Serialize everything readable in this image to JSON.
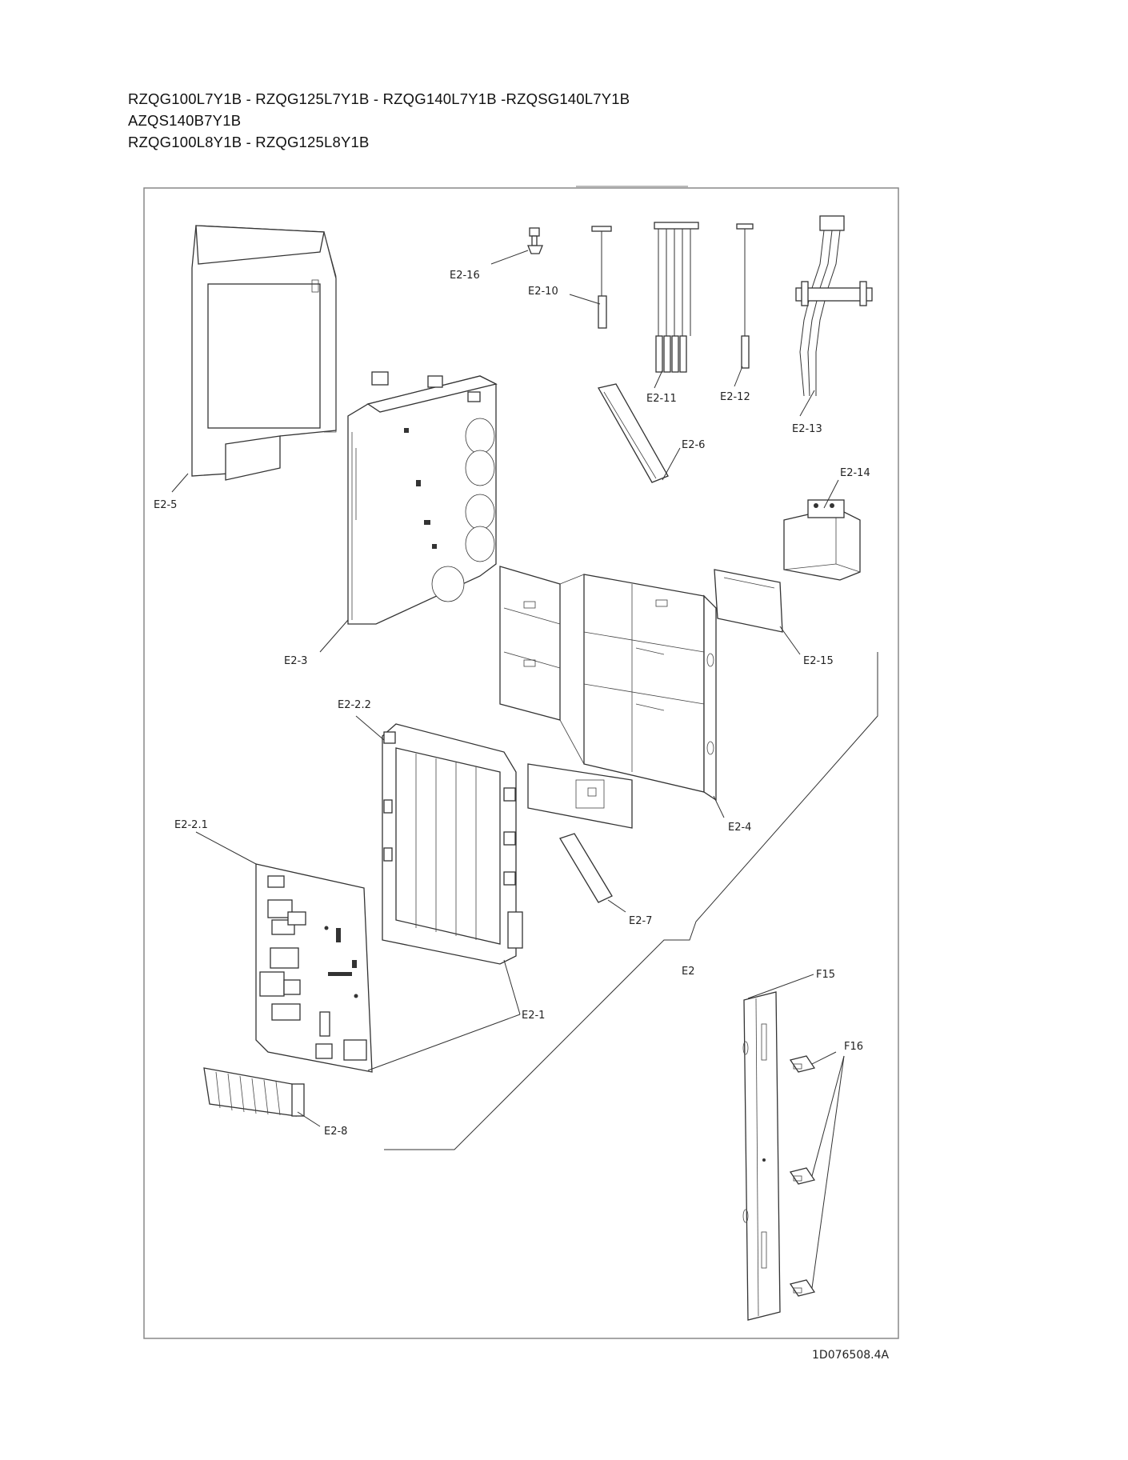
{
  "header": {
    "line1": "RZQG100L7Y1B - RZQG125L7Y1B - RZQG140L7Y1B -RZQSG140L7Y1B",
    "line2": "AZQS140B7Y1B",
    "line3": "RZQG100L8Y1B - RZQG125L8Y1B"
  },
  "labels": {
    "e2_16": "E2-16",
    "e2_10": "E2-10",
    "e2_11": "E2-11",
    "e2_12": "E2-12",
    "e2_13": "E2-13",
    "e2_5": "E2-5",
    "e2_6": "E2-6",
    "e2_14": "E2-14",
    "e2_3": "E2-3",
    "e2_15": "E2-15",
    "e2_22": "E2-2.2",
    "e2_21": "E2-2.1",
    "e2_4": "E2-4",
    "e2_7": "E2-7",
    "e2": "E2",
    "f15": "F15",
    "e2_1": "E2-1",
    "f16": "F16",
    "e2_8": "E2-8"
  },
  "doc_number": "1D076508.4A"
}
